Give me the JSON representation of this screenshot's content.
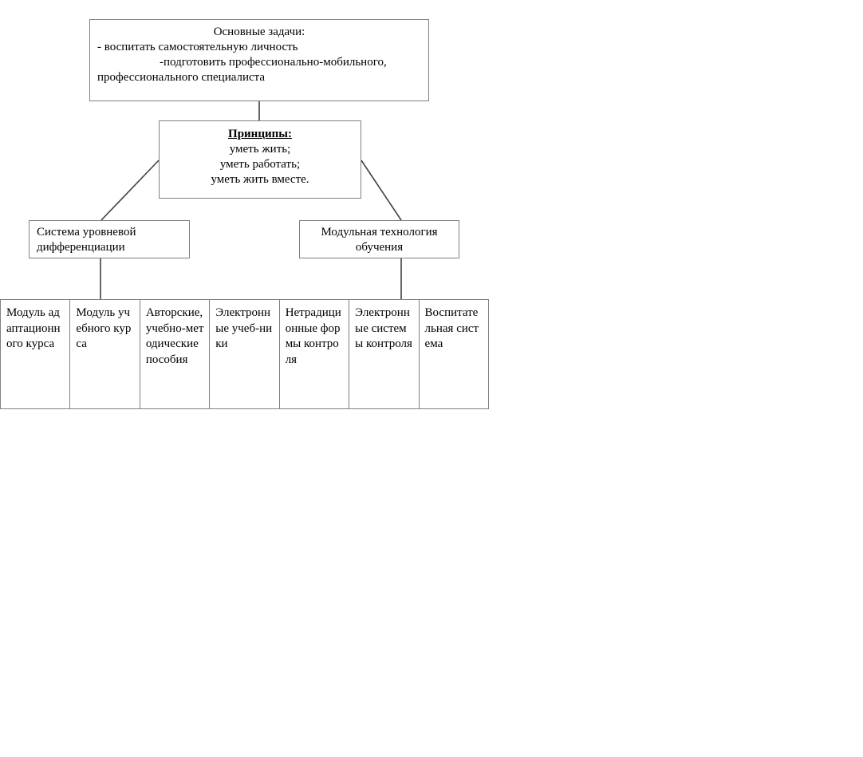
{
  "diagram": {
    "title": "Educational process structure diagram",
    "line_color": "#404040",
    "border_color": "#808080",
    "background": "#ffffff"
  },
  "goals_box": {
    "title": "Основные задачи:",
    "line_a": "- воспитать самостоятельную личность",
    "line_b": "-подготовить профессионально-мобильного,",
    "line_c": "профессионального специалиста"
  },
  "principles_box": {
    "heading": "Принципы:",
    "item_1": "уметь жить;",
    "item_2": "уметь работать;",
    "item_3": "уметь жить вместе."
  },
  "branches": {
    "left": "Система уровневой дифференциации",
    "right": "Модульная технология обучения"
  },
  "table": {
    "cells": [
      "Модуль адаптационного курса",
      "Модуль учебного курса",
      "Авторские, учебно-методические пособия",
      "Электронные учеб-ники",
      "Нетрадиционные формы контроля",
      "Электронные системы контроля",
      "Воспитательная система"
    ]
  }
}
